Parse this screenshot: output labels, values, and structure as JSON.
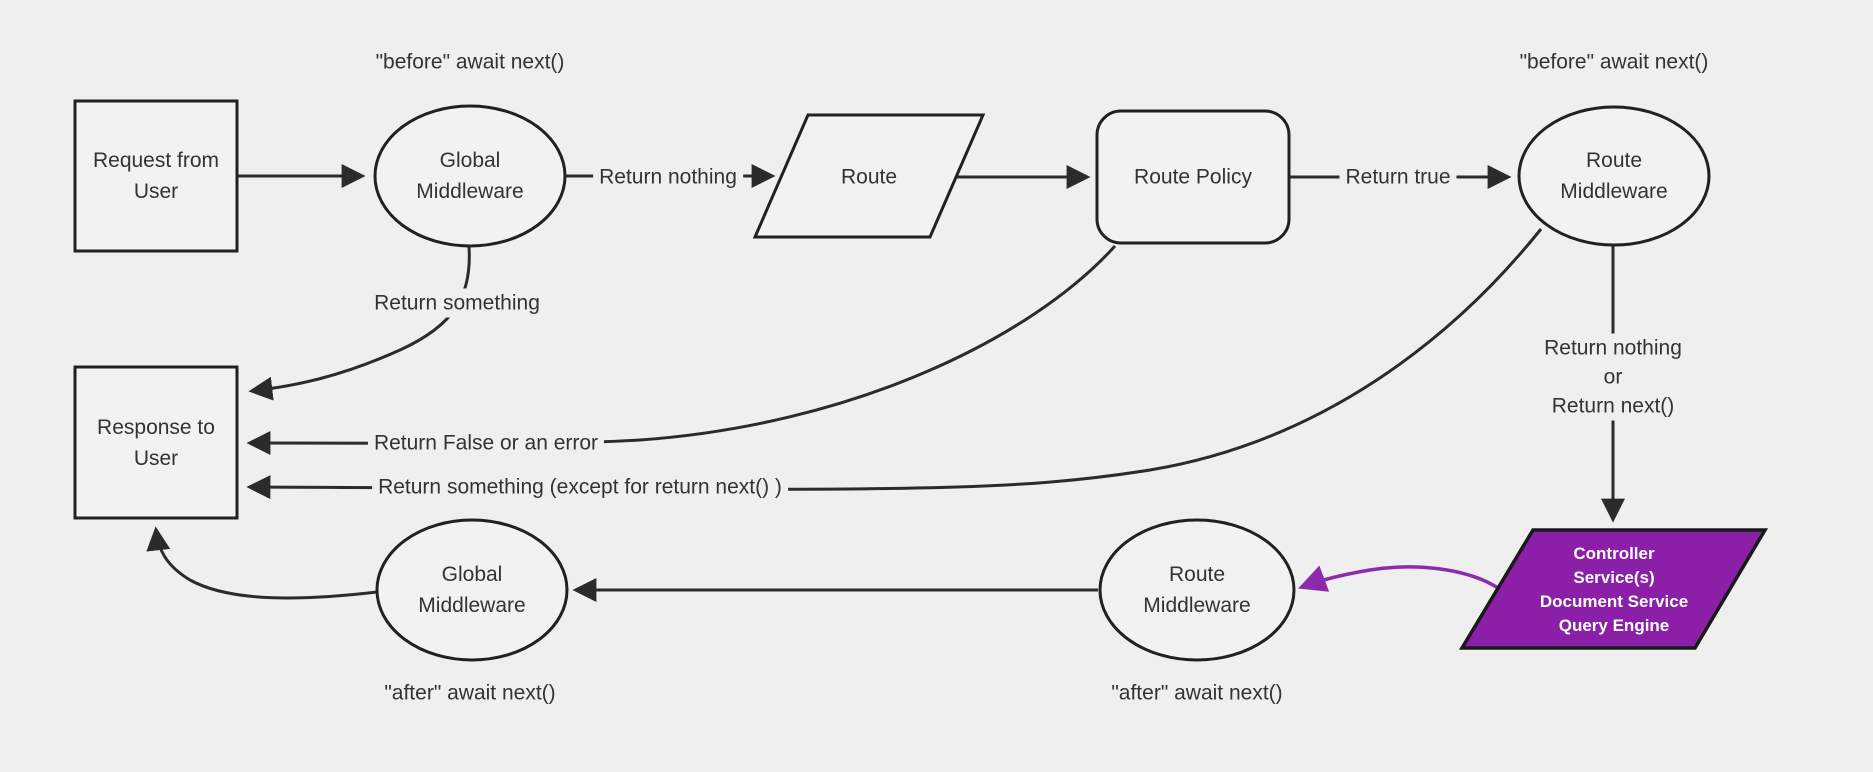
{
  "diagram_type": "flowchart",
  "colors": {
    "background": "#efefef",
    "node_fill": "#f2f2f2",
    "node_border": "#212121",
    "edge_stroke": "#2b2b2b",
    "text": "#333333",
    "controller_fill": "#8b1fa8",
    "controller_text": "#ffffff",
    "purple_edge": "#8c2bad"
  },
  "nodes": {
    "request": {
      "label": "Request from\nUser",
      "shape": "rectangle"
    },
    "global_middleware_top": {
      "label": "Global\nMiddleware",
      "shape": "ellipse"
    },
    "route": {
      "label": "Route",
      "shape": "parallelogram"
    },
    "route_policy": {
      "label": "Route Policy",
      "shape": "rounded-rectangle"
    },
    "route_middleware_top": {
      "label": "Route\nMiddleware",
      "shape": "ellipse"
    },
    "response": {
      "label": "Response to\nUser",
      "shape": "rectangle"
    },
    "global_middleware_bottom": {
      "label": "Global\nMiddleware",
      "shape": "ellipse"
    },
    "route_middleware_bottom": {
      "label": "Route\nMiddleware",
      "shape": "ellipse"
    },
    "controller": {
      "label": "Controller\nService(s)\nDocument Service\nQuery Engine",
      "shape": "parallelogram"
    }
  },
  "labels": {
    "before_await_next_left": "\"before\" await next()",
    "before_await_next_right": "\"before\" await next()",
    "return_nothing": "Return nothing",
    "return_true": "Return true",
    "return_something": "Return something",
    "return_false_or_error": "Return False or an error",
    "return_something_except": "Return something (except for return next() )",
    "return_nothing_or_next": "Return nothing\nor\nReturn next()",
    "after_await_next_left": "\"after\" await next()",
    "after_await_next_right": "\"after\" await next()"
  },
  "edges": [
    {
      "from": "request",
      "to": "global_middleware_top",
      "label_key": null,
      "color": "dark"
    },
    {
      "from": "global_middleware_top",
      "to": "route",
      "label_key": "return_nothing",
      "color": "dark"
    },
    {
      "from": "route",
      "to": "route_policy",
      "label_key": null,
      "color": "dark"
    },
    {
      "from": "route_policy",
      "to": "route_middleware_top",
      "label_key": "return_true",
      "color": "dark"
    },
    {
      "from": "global_middleware_top",
      "to": "response",
      "label_key": "return_something",
      "color": "dark"
    },
    {
      "from": "route_policy",
      "to": "response",
      "label_key": "return_false_or_error",
      "color": "dark"
    },
    {
      "from": "route_middleware_top",
      "to": "response",
      "label_key": "return_something_except",
      "color": "dark"
    },
    {
      "from": "route_middleware_top",
      "to": "controller",
      "label_key": "return_nothing_or_next",
      "color": "dark"
    },
    {
      "from": "controller",
      "to": "route_middleware_bottom",
      "label_key": null,
      "color": "purple"
    },
    {
      "from": "route_middleware_bottom",
      "to": "global_middleware_bottom",
      "label_key": null,
      "color": "dark"
    },
    {
      "from": "global_middleware_bottom",
      "to": "response",
      "label_key": null,
      "color": "dark"
    }
  ]
}
